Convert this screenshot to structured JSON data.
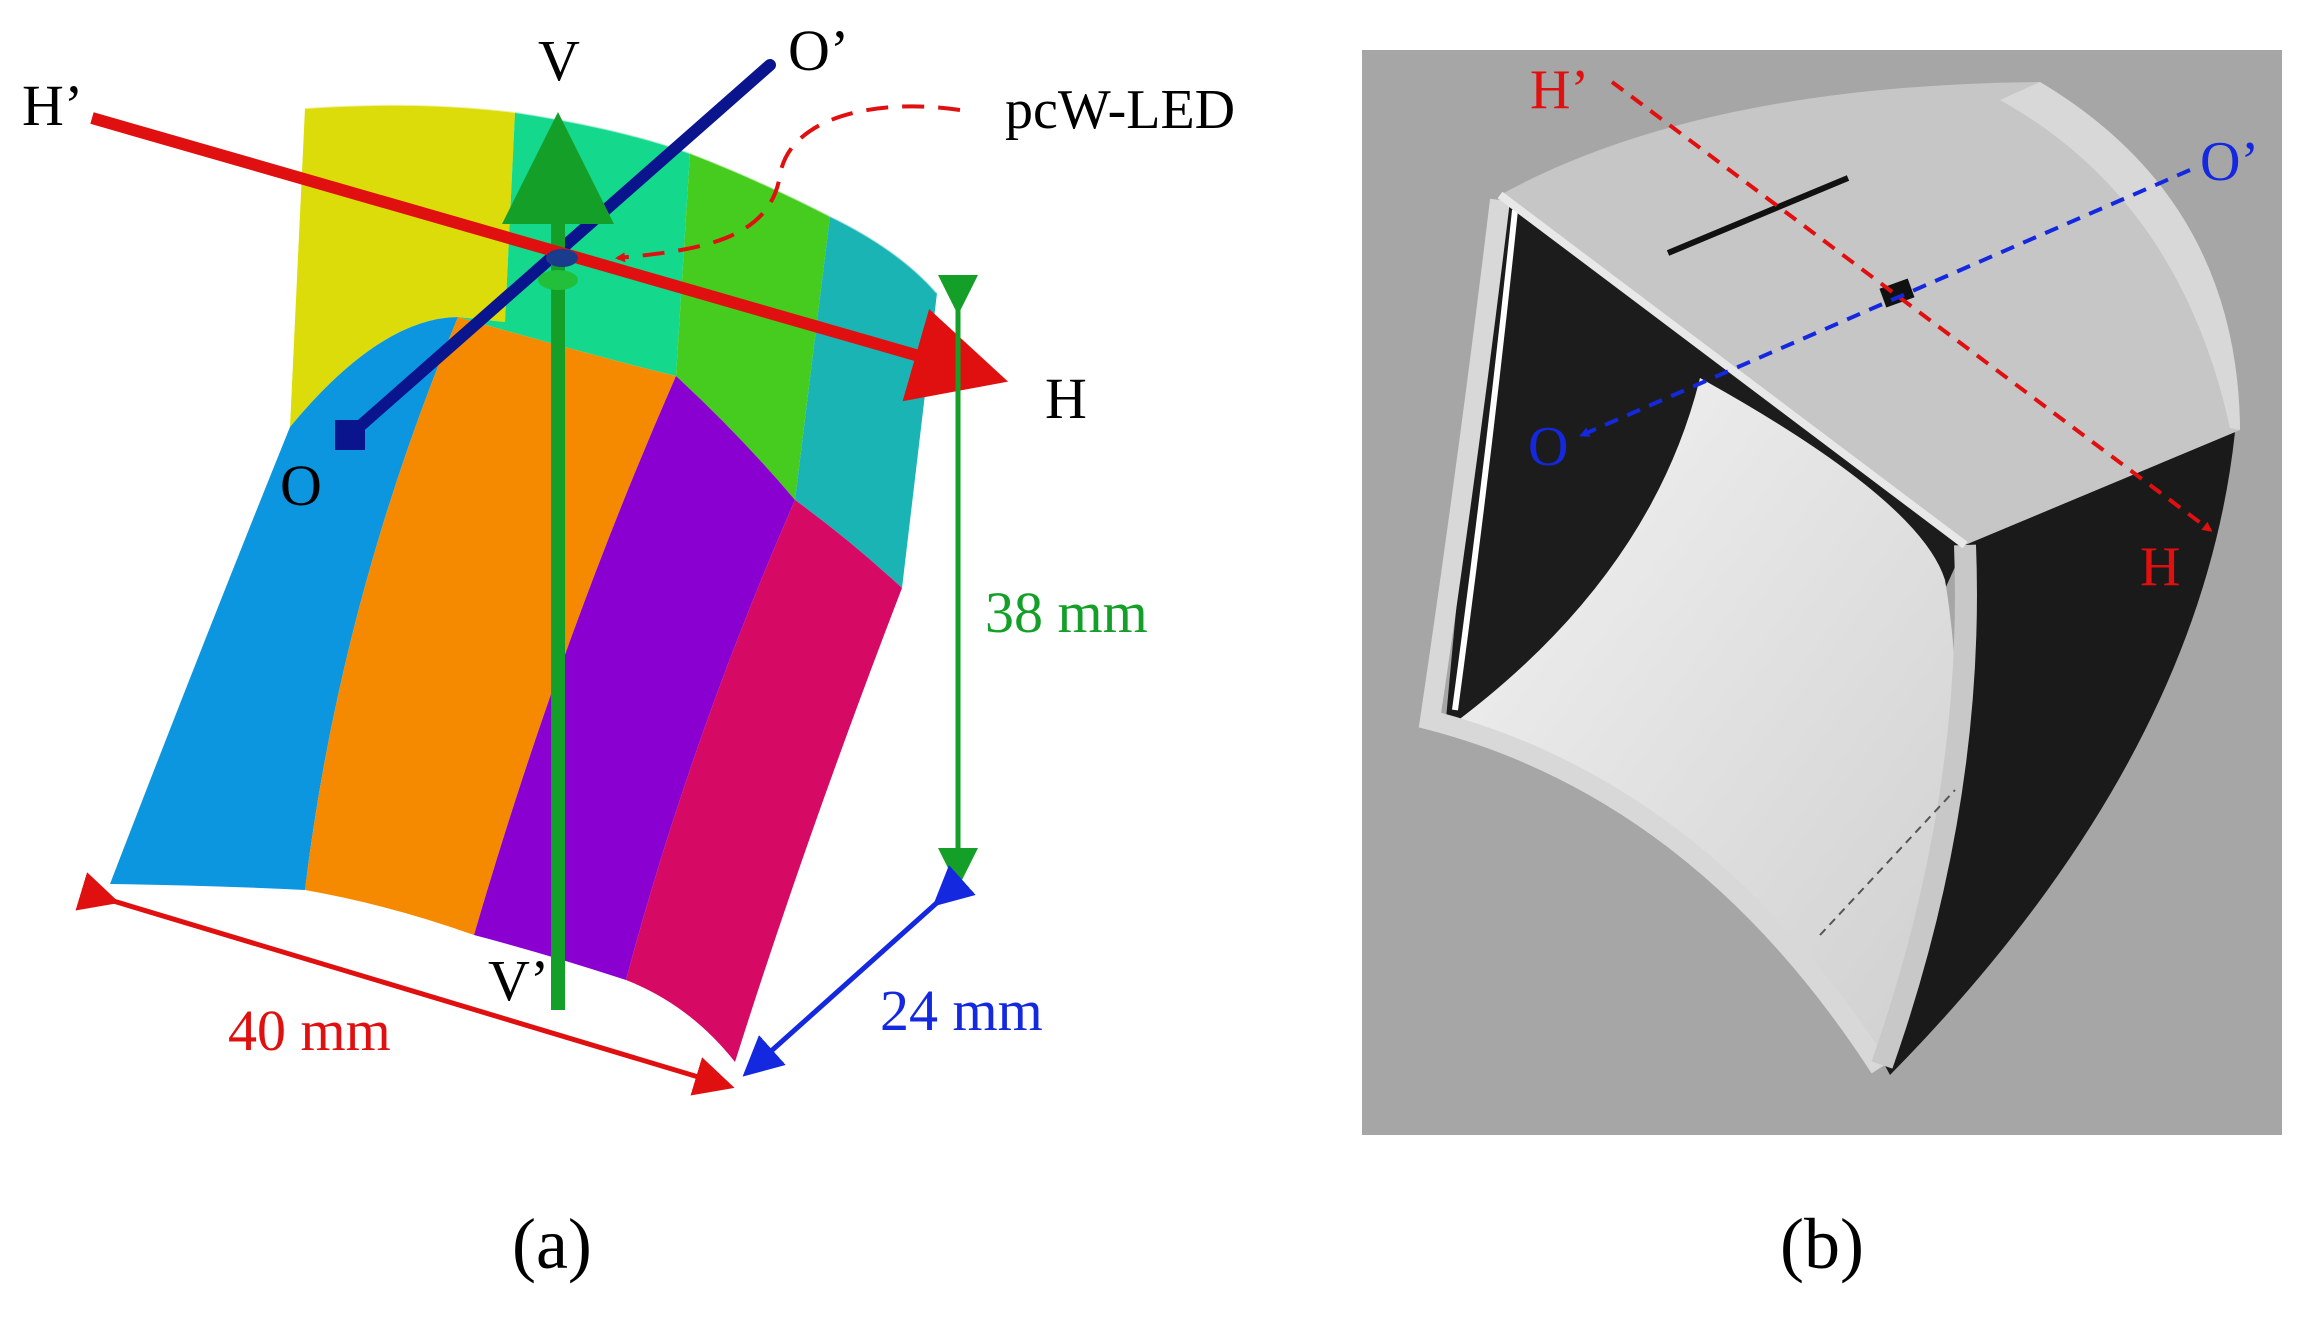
{
  "panel_a": {
    "caption": "(a)",
    "axis_labels": {
      "v_top": "V",
      "v_bottom": "V’",
      "h_left": "H’",
      "h_right": "H",
      "o_top": "O’",
      "o_bottom": "O"
    },
    "callout": "pcW-LED",
    "dimensions": {
      "width": "40 mm",
      "height": "38 mm",
      "depth": "24 mm"
    },
    "segment_colors": {
      "top": [
        "#dcdc0a",
        "#14d88c",
        "#46cc1e",
        "#1ab4b4"
      ],
      "bottom": [
        "#0c96e0",
        "#f58a00",
        "#8a00d0",
        "#d60a64"
      ]
    },
    "axis_colors": {
      "h": "#e01010",
      "v": "#14a028",
      "o": "#0a148c"
    }
  },
  "panel_b": {
    "caption": "(b)",
    "axis_labels": {
      "h_top": "H’",
      "h_bottom": "H",
      "o_top": "O’",
      "o_bottom": "O"
    },
    "colors": {
      "background": "#a6a6a6",
      "h_axis": "#e01010",
      "o_axis": "#1428e0"
    }
  }
}
